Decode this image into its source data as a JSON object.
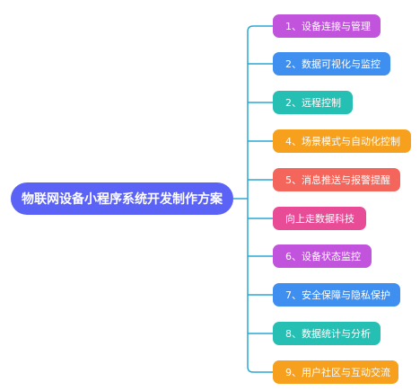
{
  "root": {
    "label": "物联网设备小程序系统开发制作方案",
    "color": "#5b63f7"
  },
  "connector_color": "#2aa9d6",
  "branches": [
    {
      "label": "1、设备连接与管理",
      "color": "#c153dc"
    },
    {
      "label": "2、数据可视化与监控",
      "color": "#3f8ff0"
    },
    {
      "label": "2、远程控制",
      "color": "#26bfb3"
    },
    {
      "label": "4、场景模式与自动化控制",
      "color": "#f6a01e"
    },
    {
      "label": "5、消息推送与报警提醒",
      "color": "#f4665b"
    },
    {
      "label": "向上走数据科技",
      "color": "#e94c96"
    },
    {
      "label": "6、设备状态监控",
      "color": "#c153dc"
    },
    {
      "label": "7、安全保障与隐私保护",
      "color": "#3f8ff0"
    },
    {
      "label": "8、数据统计与分析",
      "color": "#26bfb3"
    },
    {
      "label": "9、用户社区与互动交流",
      "color": "#f6a01e"
    }
  ]
}
